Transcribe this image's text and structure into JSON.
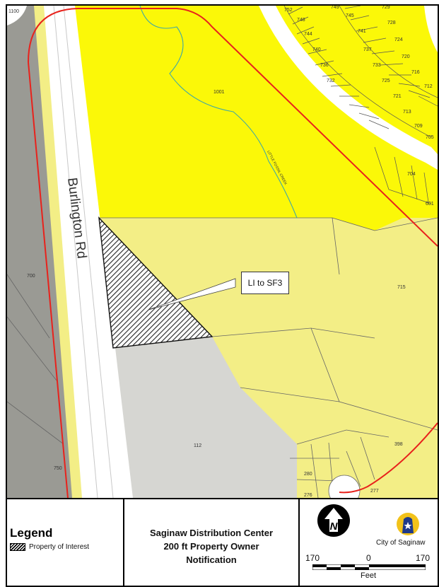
{
  "map": {
    "road_label": "Burlington Rd",
    "creek_label": "LITTLE FOSSIL CREEK",
    "callout_text": "LI to SF3",
    "parcel_labels": [
      {
        "id": "p1100",
        "text": "1100"
      },
      {
        "id": "p752",
        "text": "752"
      },
      {
        "id": "p749",
        "text": "749"
      },
      {
        "id": "p748",
        "text": "748"
      },
      {
        "id": "p745",
        "text": "745"
      },
      {
        "id": "p744",
        "text": "744"
      },
      {
        "id": "p741",
        "text": "741"
      },
      {
        "id": "p740",
        "text": "740"
      },
      {
        "id": "p737",
        "text": "737"
      },
      {
        "id": "p736",
        "text": "736"
      },
      {
        "id": "p733",
        "text": "733"
      },
      {
        "id": "p732",
        "text": "732"
      },
      {
        "id": "p729",
        "text": "729"
      },
      {
        "id": "p728",
        "text": "728"
      },
      {
        "id": "p725",
        "text": "725"
      },
      {
        "id": "p724",
        "text": "724"
      },
      {
        "id": "p721",
        "text": "721"
      },
      {
        "id": "p720",
        "text": "720"
      },
      {
        "id": "p716",
        "text": "716"
      },
      {
        "id": "p713",
        "text": "713"
      },
      {
        "id": "p712",
        "text": "712"
      },
      {
        "id": "p709",
        "text": "709"
      },
      {
        "id": "p705",
        "text": "705"
      },
      {
        "id": "p704",
        "text": "704"
      },
      {
        "id": "p601",
        "text": "601"
      },
      {
        "id": "p1001",
        "text": "1001"
      },
      {
        "id": "p715",
        "text": "715"
      },
      {
        "id": "p700",
        "text": "700"
      },
      {
        "id": "p112",
        "text": "112"
      },
      {
        "id": "p398",
        "text": "398"
      },
      {
        "id": "p280",
        "text": "280"
      },
      {
        "id": "p277",
        "text": "277"
      },
      {
        "id": "p276",
        "text": "276"
      },
      {
        "id": "p750",
        "text": "750"
      }
    ]
  },
  "legend": {
    "title": "Legend",
    "item_label": "Property of Interest"
  },
  "title_block": {
    "line1": "Saginaw Distribution Center",
    "line2": "200 ft Property Owner",
    "line3": "Notification"
  },
  "north": {
    "letter": "N",
    "city_name": "City of Saginaw"
  },
  "scale": {
    "left": "170",
    "middle": "0",
    "right": "170",
    "units": "Feet"
  },
  "colors": {
    "zoning_light_yellow": "#f3ee86",
    "zoning_bright_yellow": "#fbf808",
    "zoning_gray": "#d6d6d2",
    "zoning_dark_gray": "#9a9a94",
    "buffer_red": "#e8221c",
    "creek": "#3fa8a6",
    "logo_blue": "#1f3a8a",
    "logo_gold": "#f2c21a"
  }
}
